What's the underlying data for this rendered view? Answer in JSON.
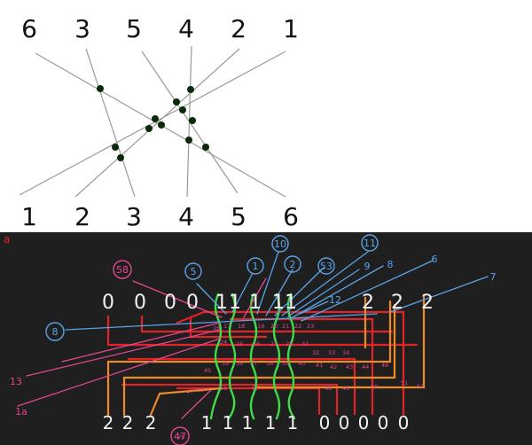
{
  "top_diagram": {
    "top_labels": [
      "6",
      "3",
      "5",
      "4",
      "2",
      "1"
    ],
    "bottom_labels": [
      "1",
      "2",
      "3",
      "4",
      "5",
      "6"
    ]
  },
  "sketch": {
    "corner_label": "a",
    "top_digits": [
      "0",
      "0",
      "0",
      "0",
      "1",
      "1",
      "1",
      "1",
      "1",
      "2",
      "2",
      "2"
    ],
    "bottom_digits": [
      "2",
      "2",
      "2",
      "1",
      "1",
      "1",
      "1",
      "1",
      "0",
      "0",
      "0",
      "0",
      "0"
    ],
    "callouts": [
      "58",
      "5",
      "1",
      "10",
      "2",
      "53",
      "11",
      "9",
      "8",
      "6",
      "7",
      "12",
      "8",
      "13",
      "1a",
      "47"
    ],
    "small_numbers": [
      "29",
      "47",
      "16",
      "17",
      "18",
      "19",
      "20",
      "21",
      "22",
      "23",
      "24",
      "25",
      "26",
      "27",
      "28",
      "31",
      "32",
      "33",
      "34",
      "35",
      "36",
      "37",
      "38",
      "39",
      "40",
      "41",
      "42",
      "43",
      "44",
      "45",
      "46",
      "48",
      "49",
      "50",
      "51",
      "52",
      "55",
      "56",
      "57"
    ],
    "colors": {
      "background": "#1f1f1f",
      "white": "#f2f2f2",
      "green": "#3fdc48",
      "red": "#e1242a",
      "orange": "#ee8a2a",
      "blue": "#5aa3e6",
      "pink": "#e2478f"
    }
  }
}
